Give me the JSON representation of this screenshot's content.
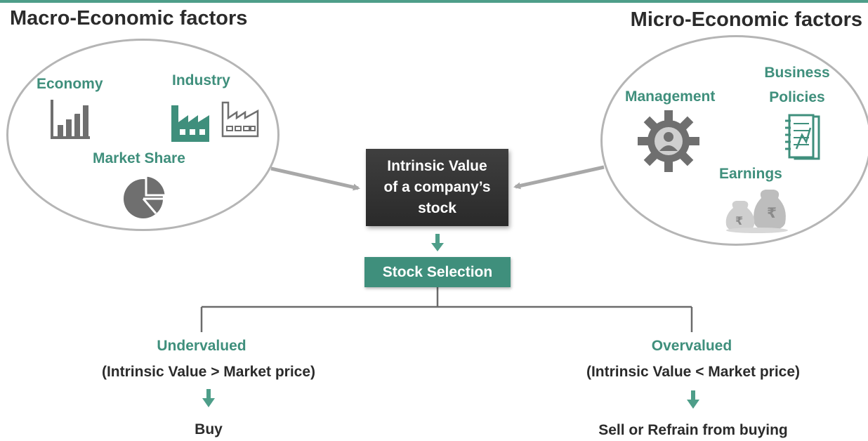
{
  "macro": {
    "title": "Macro-Economic factors",
    "economy_label": "Economy",
    "industry_label": "Industry",
    "market_share_label": "Market Share"
  },
  "micro": {
    "title": "Micro-Economic factors",
    "management_label": "Management",
    "business_policies_line1": "Business",
    "business_policies_line2": "Policies",
    "earnings_label": "Earnings"
  },
  "center": {
    "intrinsic_line1": "Intrinsic Value",
    "intrinsic_line2": "of a company’s",
    "intrinsic_line3": "stock",
    "stock_selection": "Stock Selection"
  },
  "outcomes": {
    "undervalued_label": "Undervalued",
    "undervalued_condition": "(Intrinsic Value > Market price)",
    "undervalued_action": "Buy",
    "overvalued_label": "Overvalued",
    "overvalued_condition": "(Intrinsic Value < Market price)",
    "overvalued_action": "Sell or Refrain from buying"
  },
  "colors": {
    "accent_green": "#3f8f7c",
    "dark_box": "#333333",
    "circle_border": "#b5b5b5",
    "icon_gray": "#6f6f6f"
  }
}
